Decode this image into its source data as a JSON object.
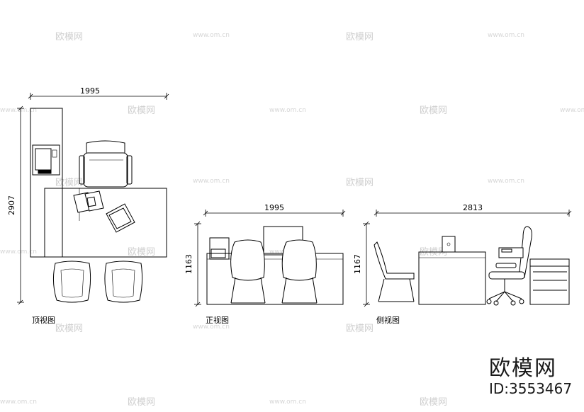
{
  "watermark": {
    "logo_text": "欧模网",
    "site_text": "www.om.cn"
  },
  "branding": {
    "logo": "欧模网",
    "id_label": "ID:3553467"
  },
  "views": {
    "top": {
      "label": "顶视图",
      "width_dim": "1995",
      "depth_dim": "2907"
    },
    "front": {
      "label": "正视图",
      "width_dim": "1995",
      "height_dim": "1163"
    },
    "side": {
      "label": "侧视图",
      "width_dim": "2813",
      "height_dim": "1167"
    }
  },
  "colors": {
    "line": "#000000",
    "watermark": "#cfcfcf",
    "background": "#ffffff"
  }
}
